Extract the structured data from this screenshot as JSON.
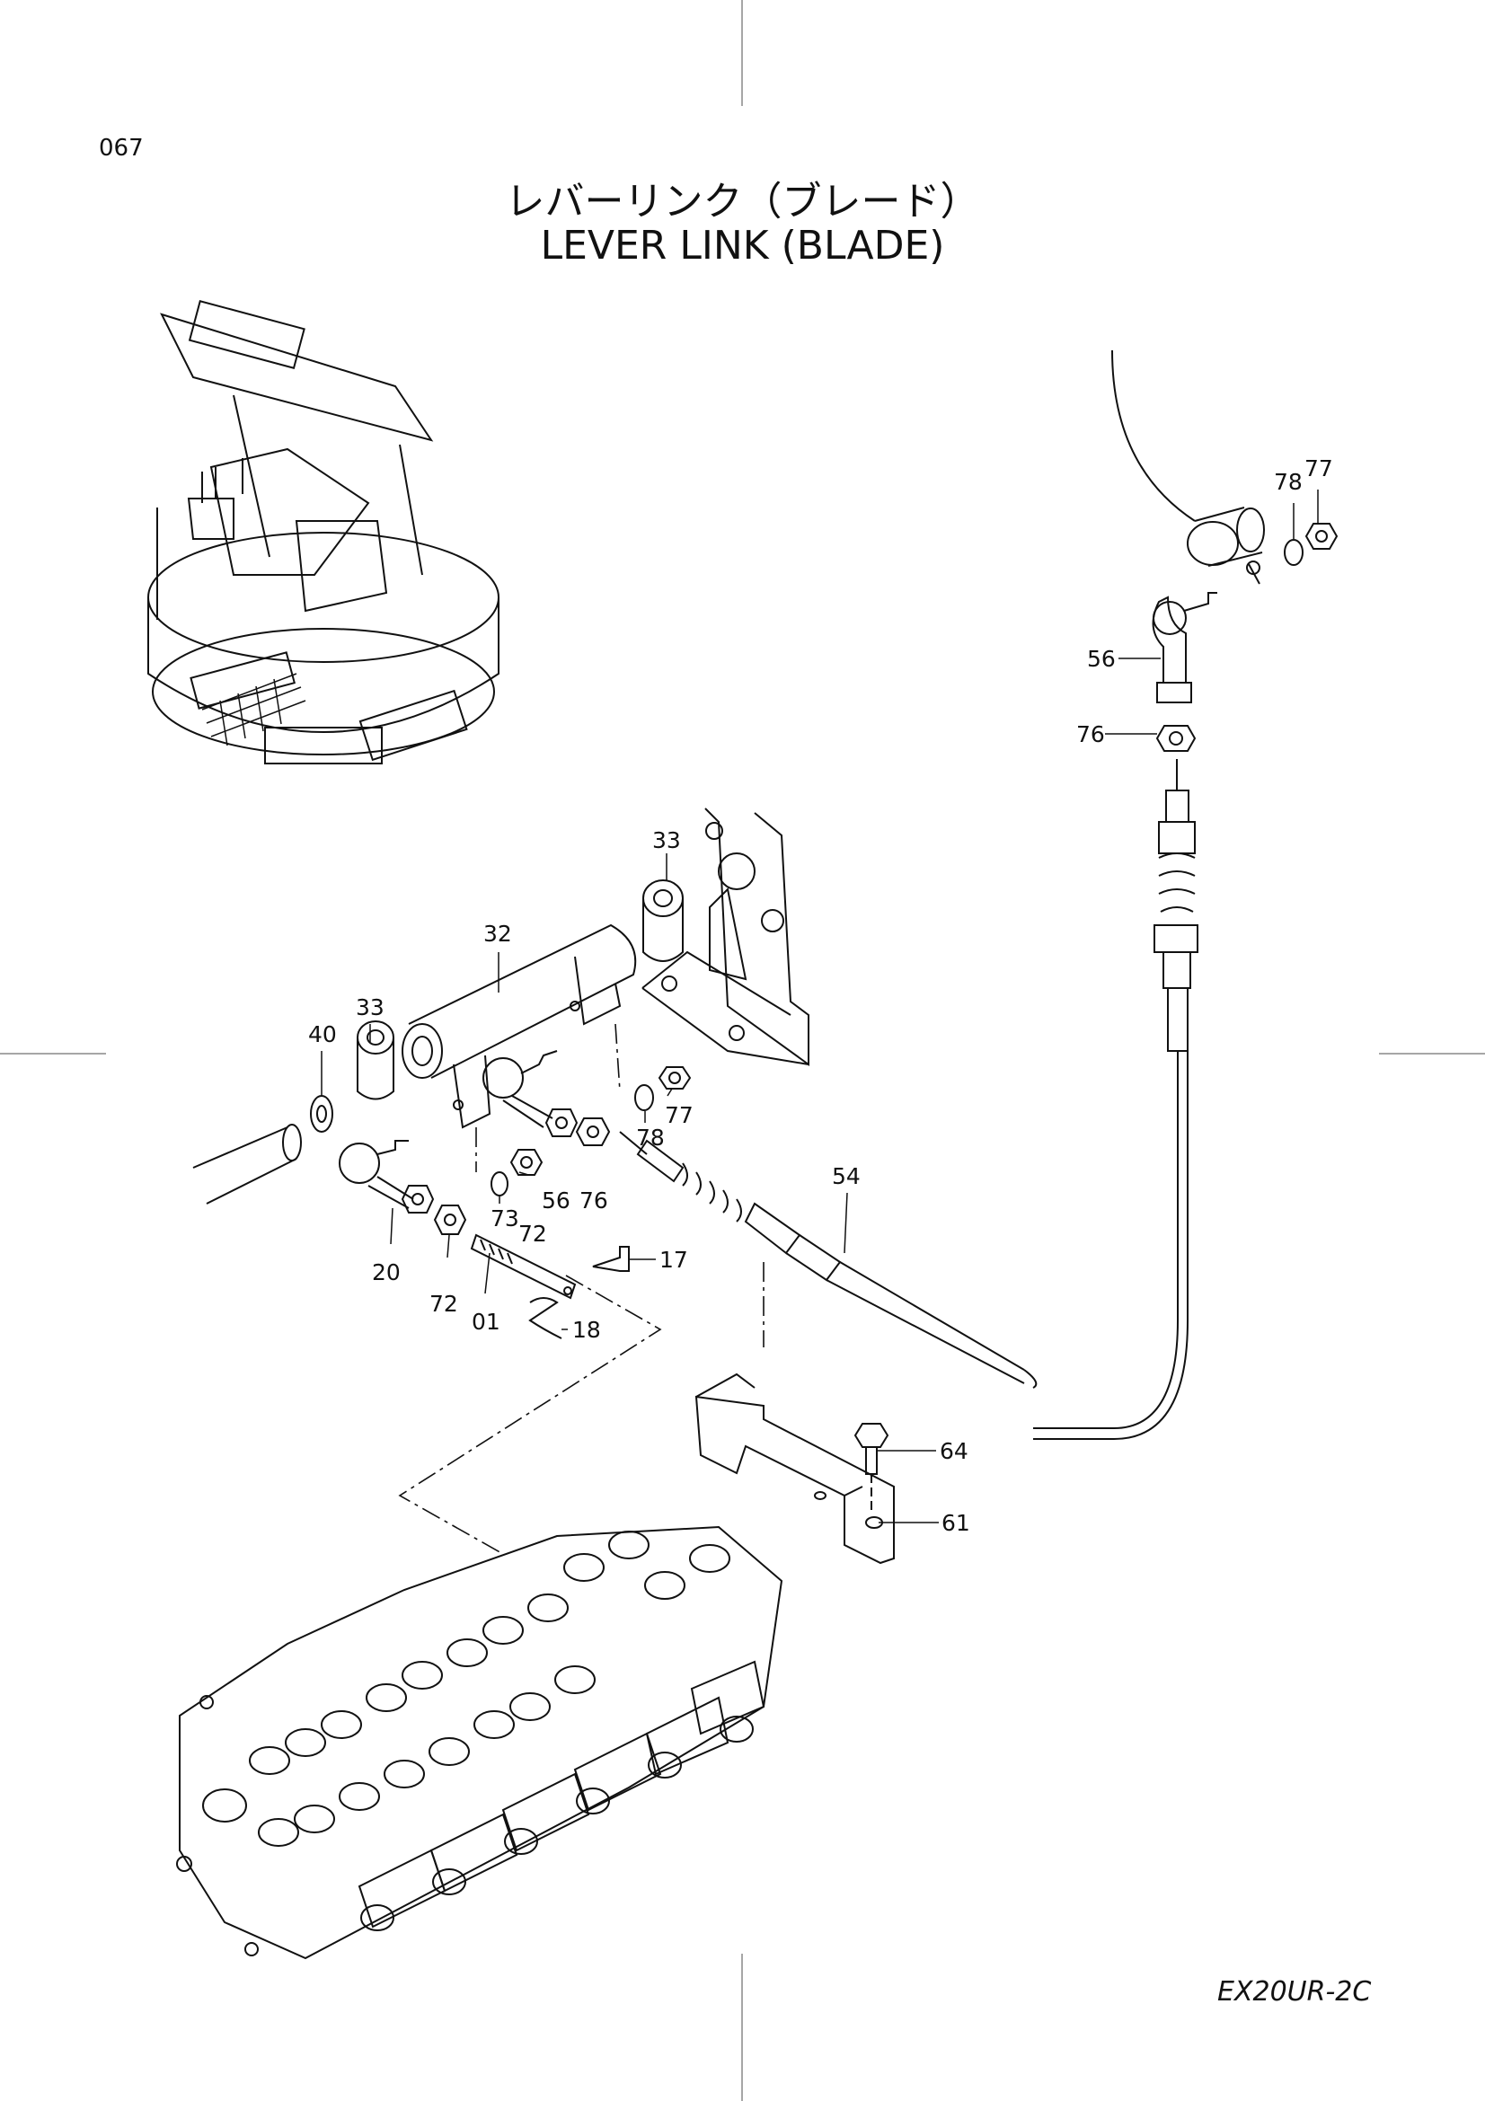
{
  "header": {
    "page_number": "067",
    "title_jp": "レバーリンク（ブレード）",
    "title_en": "LEVER LINK (BLADE)"
  },
  "footer": {
    "model": "EX20UR-2C"
  },
  "callouts": {
    "c78_top": "78",
    "c77_top": "77",
    "c56_top": "56",
    "c76_top": "76",
    "c33_right": "33",
    "c32": "32",
    "c33_left": "33",
    "c40": "40",
    "c77_mid": "77",
    "c78_mid": "78",
    "c56_mid": "56",
    "c76_mid": "76",
    "c73": "73",
    "c72_mid": "72",
    "c20": "20",
    "c72_low": "72",
    "c01": "01",
    "c17": "17",
    "c18": "18",
    "c54": "54",
    "c64": "64",
    "c61": "61"
  }
}
